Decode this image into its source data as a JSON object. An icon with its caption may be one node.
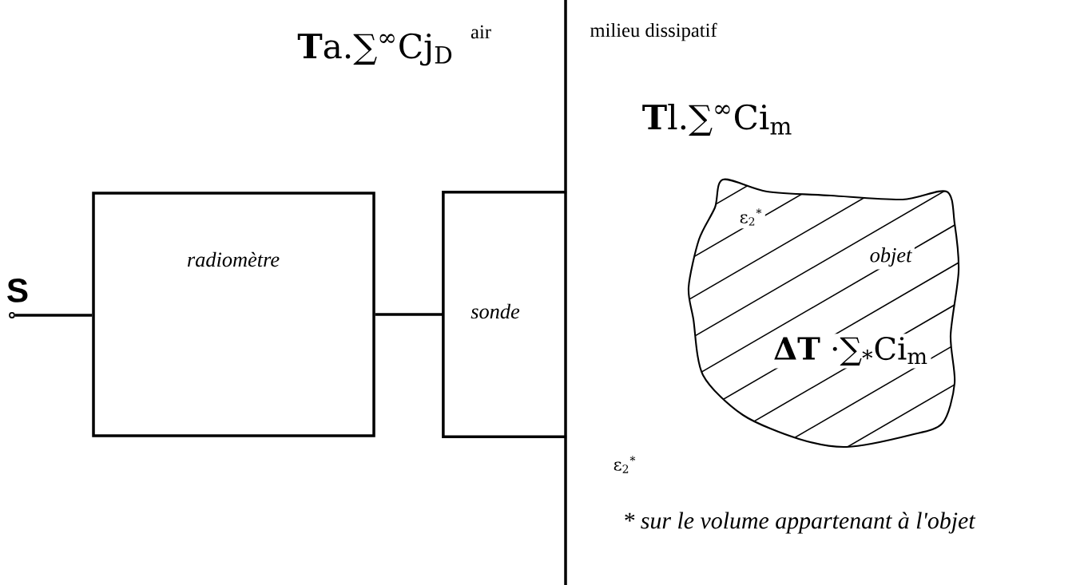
{
  "diagram": {
    "nodes": [
      {
        "text": [],
        "shape": "circle",
        "beside": [
          "S"
        ]
      },
      {
        "text": [
          "radiomètre"
        ]
      },
      {
        "text": [
          "sonde"
        ]
      },
      {
        "text": [
          "objet",
          "ε$_{2}$$^{*}$",
          "**ΔT** ·∑$_{*}$Ci$_{m}$"
        ]
      }
    ],
    "edges": [
      {
        "from": 0,
        "to": 1,
        "arrow": "none"
      },
      {
        "from": 1,
        "to": 2,
        "arrow": "none"
      }
    ],
    "labels": [
      "**T**a.∑$^{∞}$Cj$_{D}$",
      "air",
      "milieu dissipatif",
      "**T**l.∑$^{∞}$Ci$_{m}$",
      "ε$_{2}$$^{*}$",
      "* sur le volume appartenant à l'objet"
    ]
  }
}
